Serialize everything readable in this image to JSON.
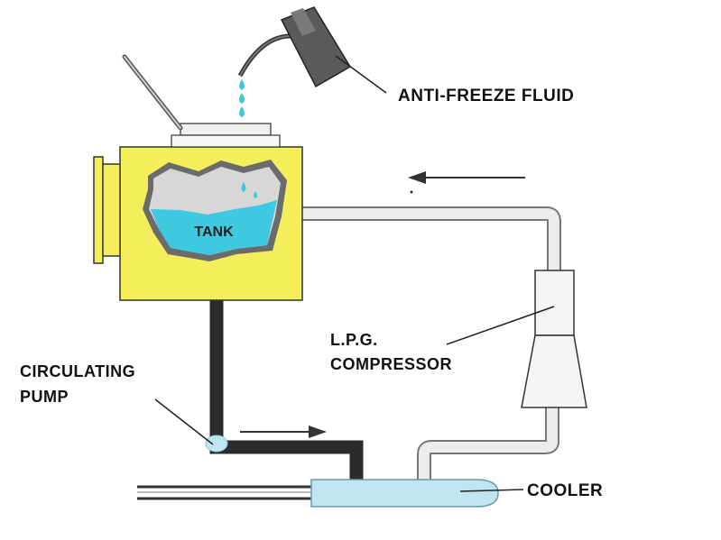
{
  "labels": {
    "antifreeze": "ANTI-FREEZE FLUID",
    "tank": "TANK",
    "lpg_line1": "L.P.G.",
    "lpg_line2": "COMPRESSOR",
    "pump_line1": "CIRCULATING",
    "pump_line2": "PUMP",
    "cooler": "COOLER"
  },
  "colors": {
    "tank_body": "#f3ee5a",
    "fluid": "#3ec9e0",
    "cooler_fluid": "#bfe6f0",
    "black_pipe": "#2b2b2b",
    "grey_pipe": "#e6e6e6",
    "outline": "#555555"
  },
  "flow_arrows": [
    {
      "location": "top return line",
      "direction": "left"
    },
    {
      "location": "pump outlet line",
      "direction": "right"
    }
  ]
}
